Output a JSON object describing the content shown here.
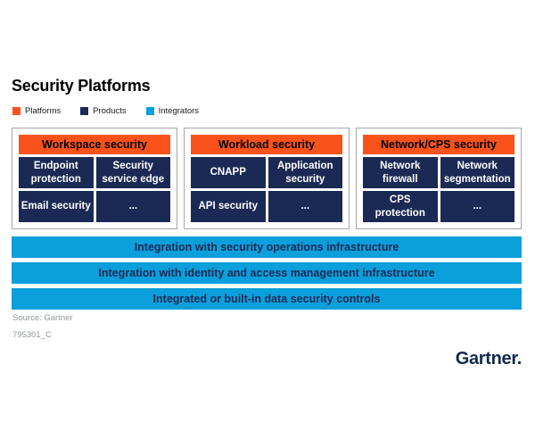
{
  "title": "Security Platforms",
  "legend": [
    {
      "label": "Platforms",
      "color": "#F9521A"
    },
    {
      "label": "Products",
      "color": "#1B2A55"
    },
    {
      "label": "Integrators",
      "color": "#0B9FDB"
    }
  ],
  "platforms": [
    {
      "header": "Workspace security",
      "products": [
        "Endpoint protection",
        "Security service edge",
        "Email security",
        "..."
      ]
    },
    {
      "header": "Workload security",
      "products": [
        "CNAPP",
        "Application security",
        "API security",
        "..."
      ]
    },
    {
      "header": "Network/CPS security",
      "products": [
        "Network firewall",
        "Network segmentation",
        "CPS protection",
        "..."
      ]
    }
  ],
  "integrators": [
    "Integration with security operations infrastructure",
    "Integration with identity and access management infrastructure",
    "Integrated or built-in data security controls"
  ],
  "footer": {
    "source": "Source: Gartner",
    "figure_id": "795301_C",
    "logo": "Gartner."
  },
  "colors": {
    "platform_orange": "#F9521A",
    "product_navy": "#1B2A55",
    "integrator_blue": "#0B9FDB",
    "box_border_gray": "#A6A6A6",
    "logo_navy": "#13294B"
  }
}
